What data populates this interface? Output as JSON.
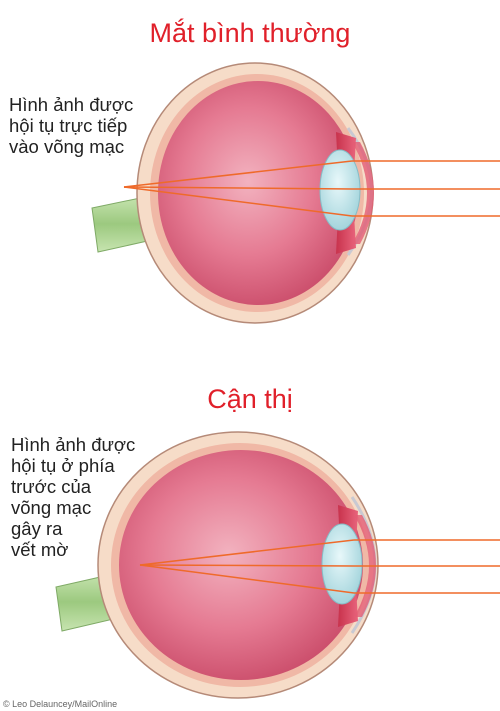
{
  "colors": {
    "title": "#e0202a",
    "ray": "#ef6a2a",
    "sclera": "#f6dcc8",
    "vitreous": "#e06a86",
    "lens": "#bfe6ec",
    "optic_nerve": "#a5d08a"
  },
  "panels": [
    {
      "title": "Mắt bình thường",
      "caption_lines": [
        "Hình ảnh được",
        "hội  tụ trực tiếp",
        "vào võng mạc"
      ]
    },
    {
      "title": "Cận thị",
      "caption_lines": [
        "Hình ảnh được",
        "hội tụ ở phía",
        "trước của",
        "võng mạc",
        "gây ra",
        "vết mờ"
      ]
    }
  ],
  "credit": "© Leo Delauncey/MailOnline"
}
